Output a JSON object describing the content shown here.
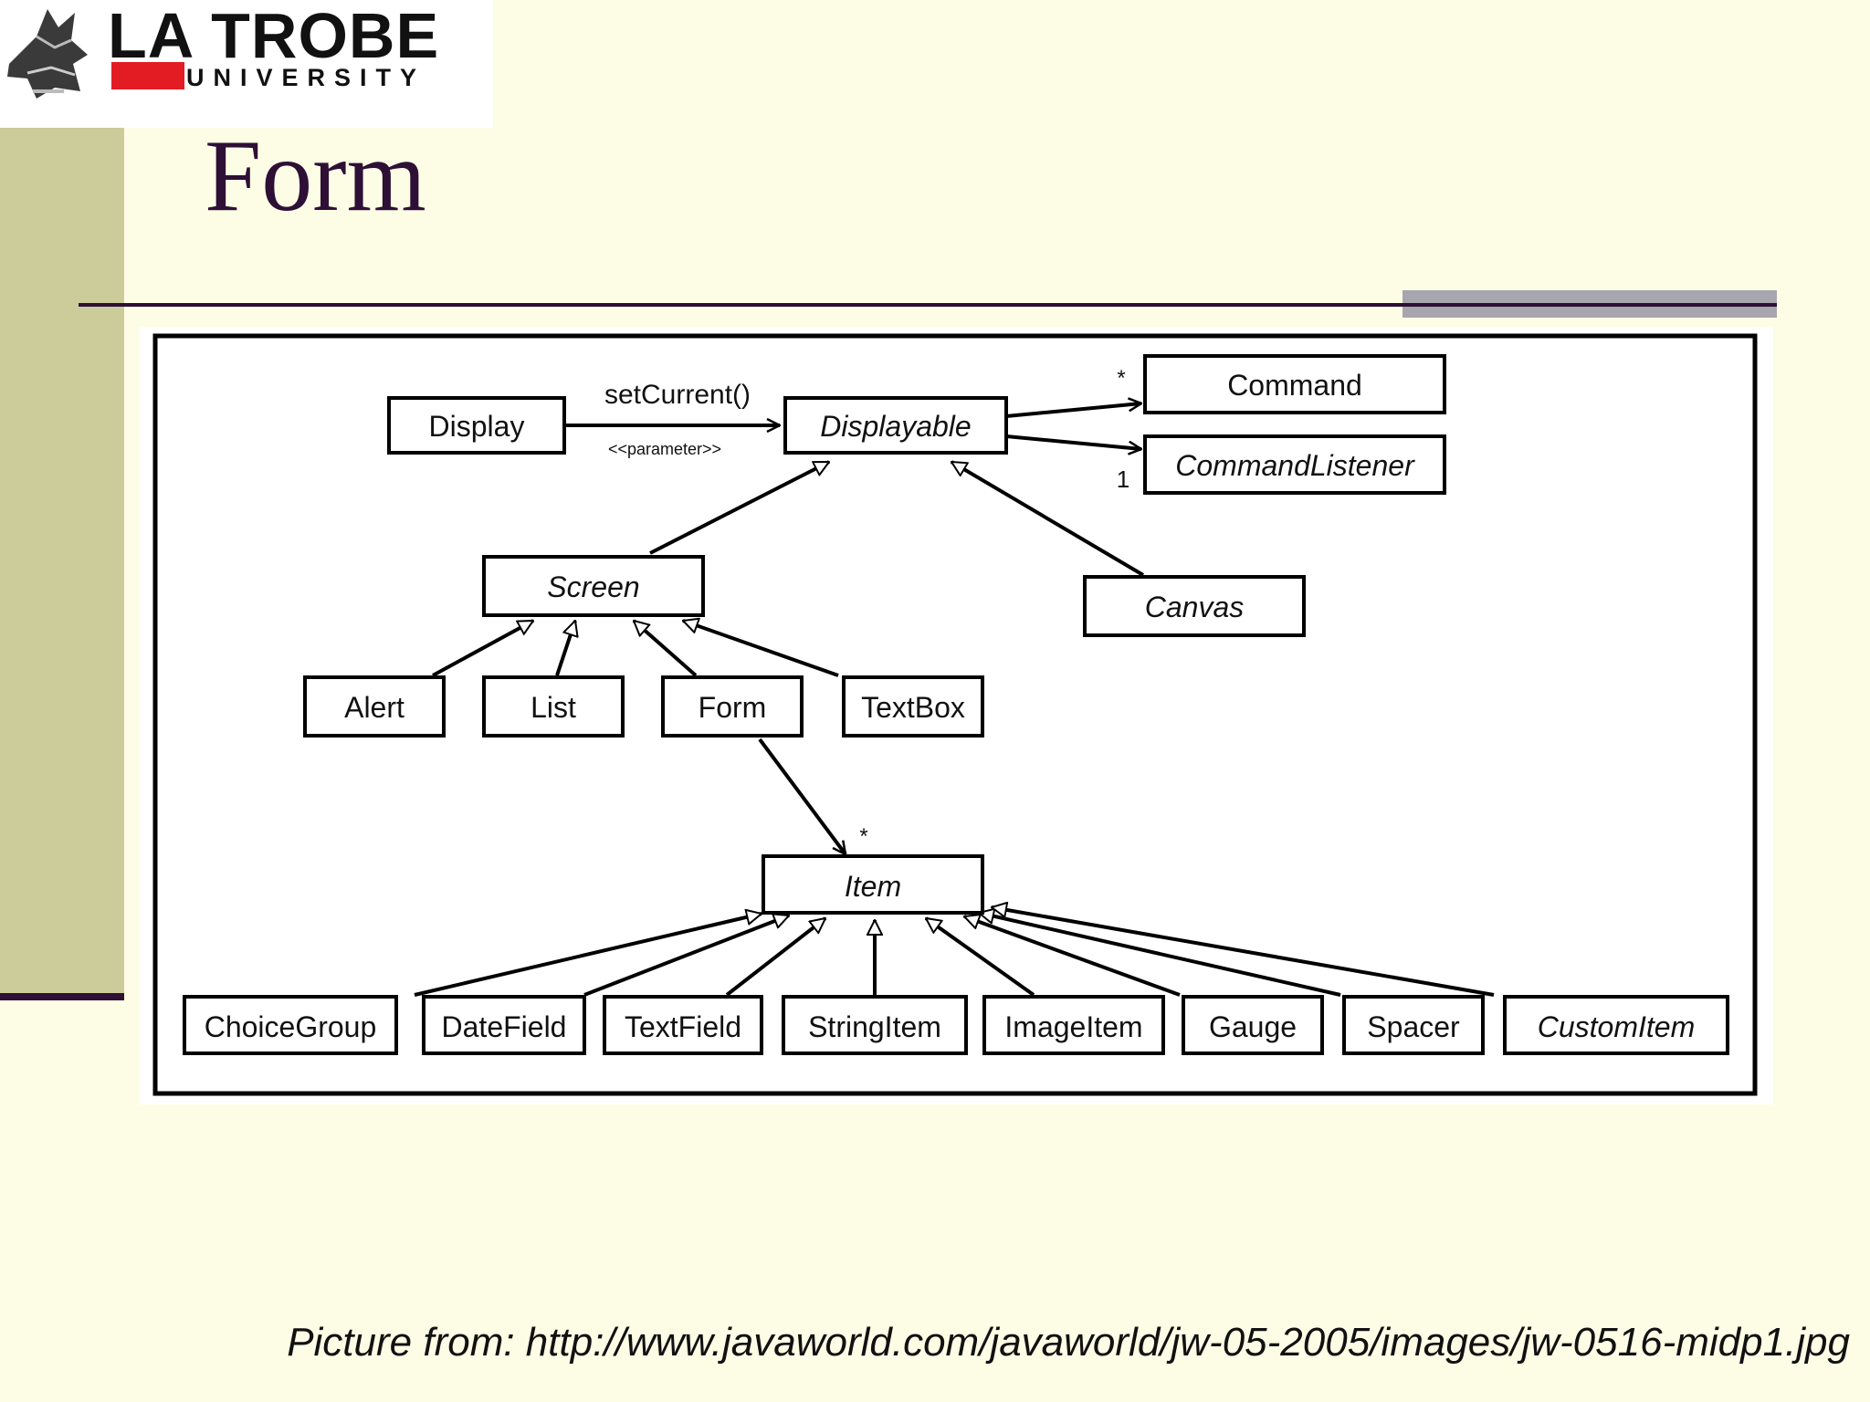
{
  "logo": {
    "title": "LA TROBE",
    "subtitle": "UNIVERSITY"
  },
  "slide": {
    "title": "Form",
    "caption": "Picture from: http://www.javaworld.com/javaworld/jw-05-2005/images/jw-0516-midp1.jpg"
  },
  "diagram": {
    "classes": {
      "display": "Display",
      "displayable": "Displayable",
      "command": "Command",
      "command_listener": "CommandListener",
      "screen": "Screen",
      "canvas": "Canvas",
      "alert": "Alert",
      "list": "List",
      "form": "Form",
      "textbox": "TextBox",
      "item": "Item",
      "choicegroup": "ChoiceGroup",
      "datefield": "DateField",
      "textfield": "TextField",
      "stringitem": "StringItem",
      "imageitem": "ImageItem",
      "gauge": "Gauge",
      "spacer": "Spacer",
      "customitem": "CustomItem"
    },
    "labels": {
      "set_current": "setCurrent()",
      "parameter": "<<parameter>>",
      "command_mult": "*",
      "listener_mult": "1",
      "item_mult": "*"
    }
  },
  "colors": {
    "accent": "#2e0f36",
    "band": "#cccc9a",
    "logo_red": "#e31b23",
    "background": "#fdfde6"
  }
}
